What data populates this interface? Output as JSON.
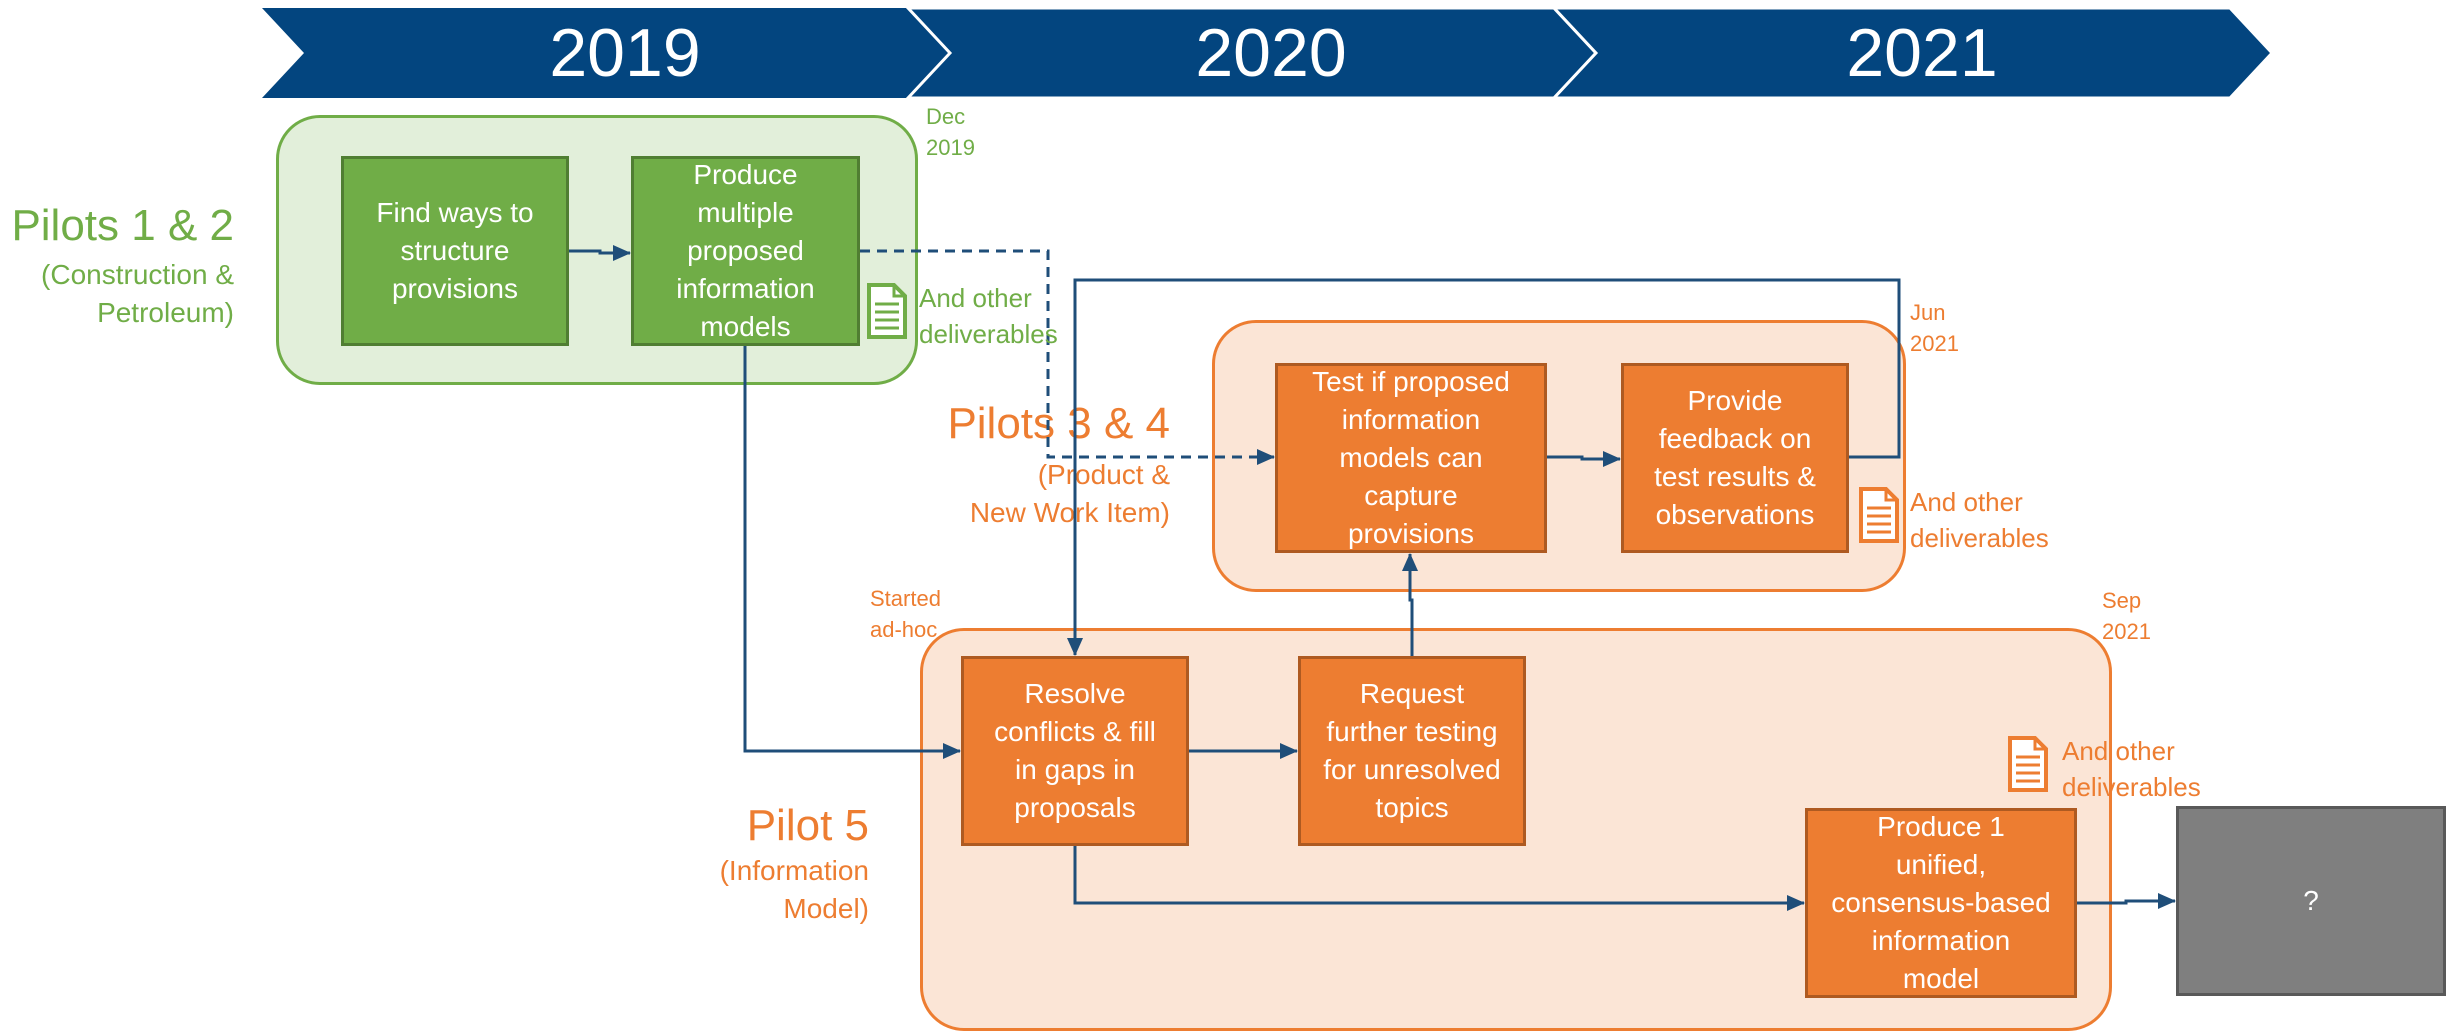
{
  "timeline": {
    "years": [
      "2019",
      "2020",
      "2021"
    ],
    "color": "#03457f"
  },
  "colors": {
    "green": "#70ad47",
    "orange": "#ed7d31",
    "arrow": "#1f4e79",
    "gray": "#7f7f7f"
  },
  "pilots": {
    "p12": {
      "title": "Pilots 1 & 2",
      "subtitle": "(Construction &\nPetroleum)",
      "end_label": "Dec\n2019",
      "deliverables": "And other\ndeliverables"
    },
    "p34": {
      "title": "Pilots 3 & 4",
      "subtitle": "(Product &\nNew Work Item)",
      "end_label": "Jun\n2021",
      "deliverables": "And other\ndeliverables"
    },
    "p5": {
      "title": "Pilot 5",
      "subtitle": "(Information\nModel)",
      "start_label": "Started\nad-hoc",
      "end_label": "Sep\n2021",
      "deliverables": "And other\ndeliverables"
    }
  },
  "boxes": {
    "find_ways": "Find ways to\nstructure\nprovisions",
    "produce_multiple": "Produce\nmultiple\nproposed\ninformation\nmodels",
    "test_if": "Test if proposed\ninformation\nmodels can\ncapture\nprovisions",
    "provide_feedback": "Provide\nfeedback on\ntest results &\nobservations",
    "resolve_conflicts": "Resolve\nconflicts & fill\nin gaps in\nproposals",
    "request_testing": "Request\nfurther testing\nfor unresolved\ntopics",
    "produce_unified": "Produce 1\nunified,\nconsensus-based\ninformation\nmodel",
    "unknown": "?"
  },
  "icons": {
    "deliverable": "document-icon"
  }
}
